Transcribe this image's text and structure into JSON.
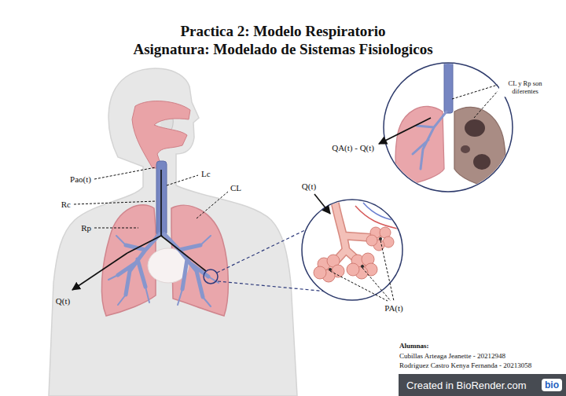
{
  "diagram": {
    "title": "Practica 2: Modelo Respiratorio",
    "nodes": [
      {
        "text": [
          "Created in BioRender.com"
        ]
      },
      {
        "text": [
          "bio"
        ],
        "in": 0
      }
    ],
    "labels": [
      "Asignatura: Modelado de Sistemas Fisiologicos",
      "Pao(t)",
      "Lc",
      "CL",
      "Rc",
      "Rp",
      "Q(t)",
      "CL y Rp son diferentes",
      "QA(t) - Q(t)",
      "Q(t)",
      "PA(t)",
      "Alumnas:",
      "Cubillas Arteaga Jeanette - 20212948",
      "Rodriguez Castro Kenya Fernanda - 20213058"
    ]
  }
}
